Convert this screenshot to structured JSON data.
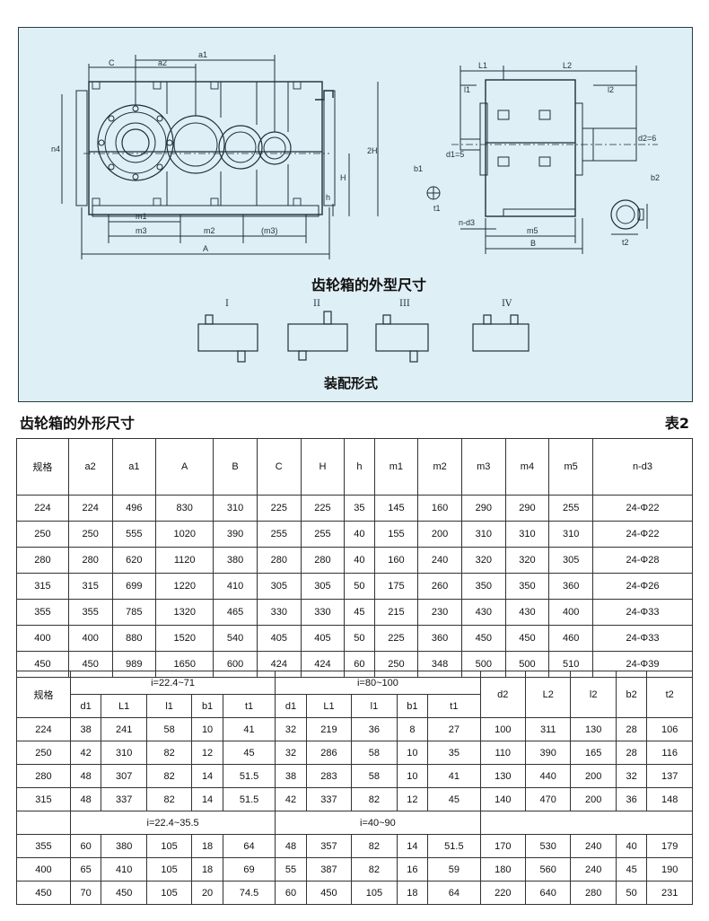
{
  "drawing": {
    "title": "齿轮箱的外型尺寸",
    "assembly_title": "装配形式",
    "dims": {
      "C": "C",
      "a2": "a2",
      "a1": "a1",
      "n4": "n4",
      "2H": "2H",
      "H": "H",
      "h": "h",
      "m1": "m1",
      "m3": "m3",
      "m2": "m2",
      "m3p": "(m3)",
      "A": "A",
      "L1": "L1",
      "L2": "L2",
      "l1": "l1",
      "l2": "l2",
      "d1": "d1=5",
      "d2": "d2=6",
      "b1": "b1",
      "t1": "t1",
      "nd3": "n-d3",
      "m5": "m5",
      "B": "B",
      "b2": "b2",
      "t2": "t2"
    },
    "assembly_types": [
      "I",
      "II",
      "III",
      "IV"
    ]
  },
  "section_title": "齿轮箱的外形尺寸",
  "section_label": "表2",
  "table1": {
    "headers": [
      "规格",
      "a2",
      "a1",
      "A",
      "B",
      "C",
      "H",
      "h",
      "m1",
      "m2",
      "m3",
      "m4",
      "m5",
      "n-d3"
    ],
    "rows": [
      [
        "224",
        "224",
        "496",
        "830",
        "310",
        "225",
        "225",
        "35",
        "145",
        "160",
        "290",
        "290",
        "255",
        "24-Φ22"
      ],
      [
        "250",
        "250",
        "555",
        "1020",
        "390",
        "255",
        "255",
        "40",
        "155",
        "200",
        "310",
        "310",
        "310",
        "24-Φ22"
      ],
      [
        "280",
        "280",
        "620",
        "1120",
        "380",
        "280",
        "280",
        "40",
        "160",
        "240",
        "320",
        "320",
        "305",
        "24-Φ28"
      ],
      [
        "315",
        "315",
        "699",
        "1220",
        "410",
        "305",
        "305",
        "50",
        "175",
        "260",
        "350",
        "350",
        "360",
        "24-Φ26"
      ],
      [
        "355",
        "355",
        "785",
        "1320",
        "465",
        "330",
        "330",
        "45",
        "215",
        "230",
        "430",
        "430",
        "400",
        "24-Φ33"
      ],
      [
        "400",
        "400",
        "880",
        "1520",
        "540",
        "405",
        "405",
        "50",
        "225",
        "360",
        "450",
        "450",
        "460",
        "24-Φ33"
      ],
      [
        "450",
        "450",
        "989",
        "1650",
        "600",
        "424",
        "424",
        "60",
        "250",
        "348",
        "500",
        "500",
        "510",
        "24-Φ39"
      ]
    ]
  },
  "table2": {
    "spec_label": "规格",
    "group_a": "i=22.4~71",
    "group_b": "i=80~100",
    "group_c": "i=22.4~35.5",
    "group_d": "i=40~90",
    "sub_headers": [
      "d1",
      "L1",
      "l1",
      "b1",
      "t1"
    ],
    "tail_headers": [
      "d2",
      "L2",
      "l2",
      "b2",
      "t2"
    ],
    "rows_top": [
      [
        "224",
        "38",
        "241",
        "58",
        "10",
        "41",
        "32",
        "219",
        "36",
        "8",
        "27",
        "100",
        "311",
        "130",
        "28",
        "106"
      ],
      [
        "250",
        "42",
        "310",
        "82",
        "12",
        "45",
        "32",
        "286",
        "58",
        "10",
        "35",
        "110",
        "390",
        "165",
        "28",
        "116"
      ],
      [
        "280",
        "48",
        "307",
        "82",
        "14",
        "51.5",
        "38",
        "283",
        "58",
        "10",
        "41",
        "130",
        "440",
        "200",
        "32",
        "137"
      ],
      [
        "315",
        "48",
        "337",
        "82",
        "14",
        "51.5",
        "42",
        "337",
        "82",
        "12",
        "45",
        "140",
        "470",
        "200",
        "36",
        "148"
      ]
    ],
    "rows_bottom": [
      [
        "355",
        "60",
        "380",
        "105",
        "18",
        "64",
        "48",
        "357",
        "82",
        "14",
        "51.5",
        "170",
        "530",
        "240",
        "40",
        "179"
      ],
      [
        "400",
        "65",
        "410",
        "105",
        "18",
        "69",
        "55",
        "387",
        "82",
        "16",
        "59",
        "180",
        "560",
        "240",
        "45",
        "190"
      ],
      [
        "450",
        "70",
        "450",
        "105",
        "20",
        "74.5",
        "60",
        "450",
        "105",
        "18",
        "64",
        "220",
        "640",
        "280",
        "50",
        "231"
      ]
    ]
  }
}
